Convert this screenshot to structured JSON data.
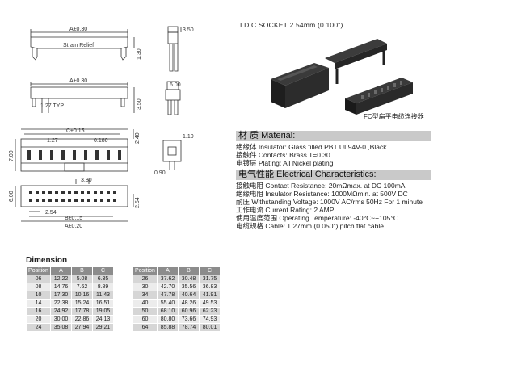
{
  "drawing_labels": {
    "top_a": "A±0.30",
    "strain_relief": "Strain Relief",
    "side_350": "3.50",
    "side_130": "1.30",
    "mid_a": "A±0.30",
    "pitch_127": "1.27 TYP",
    "mid_600": "6.00",
    "mid_350": "3.50",
    "c_015": "C±0.15",
    "dim_127": "1.27",
    "dim_0180": "0.180",
    "dim_240": "2.40",
    "dim_700": "7.00",
    "dim_110": "1.10",
    "dim_090": "0.90",
    "dim_380": "3.80",
    "dim_600b": "6.00",
    "dim_254": "2.54",
    "dim_254b": "2.54",
    "b_015": "B±0.15",
    "a_020": "A±0.20"
  },
  "photo": {
    "title": "I.D.C SOCKET 2.54mm (0.100\")",
    "caption": "FC型扁平电缆连接器"
  },
  "material": {
    "heading": "材 质 Material:",
    "lines": [
      "绝缘体 Insulator: Glass filled PBT UL94V-0 ,Black",
      "接触件 Contacts: Brass  T=0.30",
      "电镀层 Plating: All Nickel plating"
    ]
  },
  "electrical": {
    "heading": "电气性能  Electrical Characteristics:",
    "lines": [
      "接触电阻 Contact Resistance: 20mΩmax. at DC 100mA",
      "绝缘电阻 Insulator Resistance: 1000MΩmin. at 500V DC",
      "耐压 Withstanding Voltage: 1000V AC/rms 50Hz For 1 minute",
      "工作电流  Current Rating: 2 AMP",
      "使用温度范围 Operating Temperature: -40℃~+105℃",
      "电缆规格 Cable: 1.27mm (0.050\") pitch flat cable"
    ]
  },
  "dimension": {
    "title": "Dimension",
    "headers": [
      "Position",
      "A",
      "B",
      "C"
    ],
    "left_rows": [
      [
        "06",
        "12.22",
        "5.08",
        "6.35"
      ],
      [
        "08",
        "14.76",
        "7.62",
        "8.89"
      ],
      [
        "10",
        "17.30",
        "10.16",
        "11.43"
      ],
      [
        "14",
        "22.38",
        "15.24",
        "16.51"
      ],
      [
        "16",
        "24.92",
        "17.78",
        "19.05"
      ],
      [
        "20",
        "30.00",
        "22.86",
        "24.13"
      ],
      [
        "24",
        "35.08",
        "27.94",
        "29.21"
      ]
    ],
    "right_rows": [
      [
        "26",
        "37.62",
        "30.48",
        "31.75"
      ],
      [
        "30",
        "42.70",
        "35.56",
        "36.83"
      ],
      [
        "34",
        "47.78",
        "40.64",
        "41.91"
      ],
      [
        "40",
        "55.40",
        "48.26",
        "49.53"
      ],
      [
        "50",
        "68.10",
        "60.96",
        "62.23"
      ],
      [
        "60",
        "80.80",
        "73.66",
        "74.93"
      ],
      [
        "64",
        "85.88",
        "78.74",
        "80.01"
      ]
    ]
  }
}
